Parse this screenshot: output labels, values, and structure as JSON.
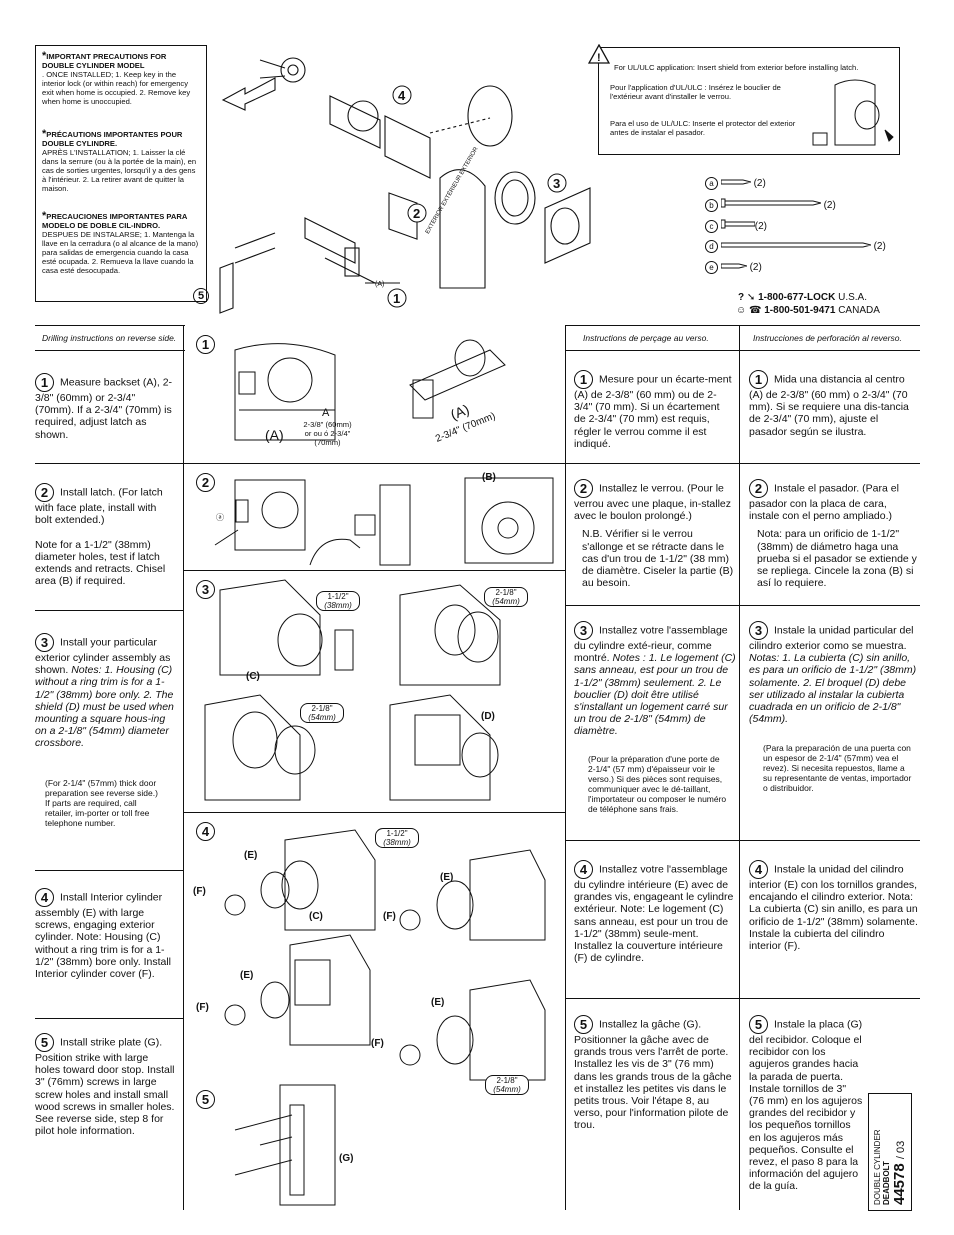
{
  "top": {
    "prec_en_title": "IMPORTANT PRECAUTIONS FOR DOUBLE CYLINDER MODEL",
    "prec_en_body": ". ONCE INSTALLED; 1. Keep key in the interior lock (or within reach) for emergency exit when home is occupied. 2. Remove key when home is unoccupied.",
    "prec_fr_title": "PRÉCAUTIONS IMPORTANTES POUR DOUBLE CYLINDRE.",
    "prec_fr_body": "APRÈS L'INSTALLATION; 1. Laisser la clé dans la serrure (ou à la portée de la main), en cas de sorties urgentes, lorsqu'il y a des gens à l'intérieur. 2. La retirer avant de quitter la maison.",
    "prec_es_title": "PRECAUCIONES IMPORTANTES PARA MODELO DE DOBLE CIL-INDRO.",
    "prec_es_body": "DESPUES DE INSTALARSE; 1. Mantenga la llave en la cerradura (o al alcance de la mano) para salidas de emergencia cuando la casa esté ocupada. 2. Remueva la llave cuando la casa esté desocupada.",
    "asterisk": "*",
    "ul_en": "For UL/ULC application: Insert shield from exterior before installing latch.",
    "ul_fr": "Pour l'application d'UL/ULC : Insérez le bouclier de l'extérieur avant d'installer le verrou.",
    "ul_es": "Para el uso de UL/ULC: Inserte el protector del exterior antes de instalar el pasador.",
    "exterior_words": "EXTERIOR EXTÉRIEUR EXTERIOR",
    "dim_a": "(A)",
    "screws": [
      {
        "letter": "a",
        "qty": "(2)"
      },
      {
        "letter": "b",
        "qty": "(2)"
      },
      {
        "letter": "c",
        "qty": "(2)"
      },
      {
        "letter": "d",
        "qty": "(2)"
      },
      {
        "letter": "e",
        "qty": "(2)"
      }
    ],
    "phone_us": "1-800-677-LOCK",
    "phone_us_country": "U.S.A.",
    "phone_ca": "1-800-501-9471",
    "phone_ca_country": "CANADA",
    "q_mark": "?"
  },
  "headers": {
    "en": "Drilling instructions on reverse side.",
    "fr": "Instructions de perçage au verso.",
    "es": "Instrucciones de perforación al reverso."
  },
  "figs": {
    "s1_a": "A",
    "s1_dims": "2-3/8\" (60mm) or ou ó 2-3/4\" (70mm)",
    "s1_paren_a": "(A)",
    "s1_dim2": "2-3/4\" (70mm)",
    "s2_b": "(B)",
    "s3_d1": "1-1/2\"",
    "s3_d1m": "(38mm)",
    "s3_d2": "2-1/8\"",
    "s3_d2m": "(54mm)",
    "s3_c": "(C)",
    "s3_d": "(D)",
    "s4_e": "(E)",
    "s4_f": "(F)",
    "s4_c": "(C)",
    "s5_g": "(G)"
  },
  "steps": [
    {
      "n": "1",
      "en": "Measure backset (A), 2-3/8\" (60mm) or 2-3/4\" (70mm). If a 2-3/4\" (70mm) is required, adjust latch as shown.",
      "fr": "Mesure pour un écarte-ment (A) de 2-3/8\" (60 mm) ou de 2-3/4\" (70 mm). Si un écartement de 2-3/4\" (70 mm) est requis, régler le verrou comme il est indiqué.",
      "es": "Mida una distancia al centro (A) de 2-3/8\" (60 mm) o 2-3/4\" (70 mm). Si se requiere una dis-tancia de 2-3/4\" (70 mm), ajuste el pasador según se ilustra."
    },
    {
      "n": "2",
      "en": "Install latch. (For latch with face plate, install with bolt extended.)",
      "en2": "Note for a 1-1/2\" (38mm) diameter holes, test if latch extends and retracts. Chisel area (B) if required.",
      "fr": "Installez le verrou. (Pour le verrou avec une plaque, in-stallez avec le boulon prolongé.)",
      "fr2": "N.B. Vérifier si le verrou s'allonge et se rétracte dans le cas d'un trou de 1-1/2\" (38 mm) de diamètre. Ciseler la partie (B) au besoin.",
      "es": "Instale el pasador. (Para el pasador con la placa de cara, instale con el perno ampliado.)",
      "es2": "Nota: para un orificio de 1-1/2\" (38mm) de diámetro haga una prueba si el pasador se extiende y se repliega. Cincele la zona (B) si así lo requiere."
    },
    {
      "n": "3",
      "en": "Install your particular exterior cylinder assembly as shown.",
      "en_notes": "Notes: 1. Housing (C) without a ring trim is for a 1-1/2\" (38mm) bore only. 2. The shield (D) must be used when mounting a square hous-ing on a 2-1/8\" (54mm) diameter crossbore.",
      "en_small": "(For 2-1/4\" (57mm) thick door preparation see reverse side.) If parts are required, call retailer, im-porter or toll free telephone number.",
      "fr": "Installez votre l'assemblage du cylindre exté-rieur, comme montré.",
      "fr_notes": "Notes : 1. Le logement (C) sans anneau, est pour un trou de 1-1/2\" (38mm) seulement. 2. Le bouclier (D) doit être utilisé s'installant un logement carré sur un trou de 2-1/8\" (54mm) de diamètre.",
      "fr_small": "(Pour la préparation d'une porte de 2-1/4\" (57 mm) d'épaisseur voir le verso.) Si des pièces sont requises, communiquer avec le dé-taillant, l'importateur ou composer le numéro de téléphone sans frais.",
      "es": "Instale la unidad particular del cilindro exterior como se muestra.",
      "es_notes": "Notas: 1. La cubierta (C) sin anillo, es para un orificio de 1-1/2\" (38mm) solamente. 2. El broquel (D) debe ser utilizado al instalar la cubierta cuadrada en un orificio de 2-1/8\" (54mm).",
      "es_small": "(Para la preparación de una puerta con un espesor de 2-1/4\" (57mm) vea el revez). Si necesita repuestos, llame a su representante de ventas, importador o distribuidor."
    },
    {
      "n": "4",
      "en": "Install Interior cylinder assembly (E) with large screws, engaging exterior cylinder. Note: Housing (C) without a ring trim is for a 1-1/2\" (38mm) bore only. Install Interior cylinder cover (F).",
      "fr": "Installez votre l'assemblage du cylindre intérieure (E) avec de grandes vis, engageant le cylindre extérieur. Note: Le logement (C) sans anneau, est pour un trou de 1-1/2\" (38mm) seule-ment. Installez la couverture intérieure (F) de cylindre.",
      "es": "Instale la unidad del cilindro interior (E) con los tornillos grandes, encajando el cilindro exterior. Nota: La cubierta (C) sin anillo, es para un orificio de 1-1/2\" (38mm) solamente. Instale la cubierta del cilindro interior (F)."
    },
    {
      "n": "5",
      "en": "Install strike plate (G). Position strike with large holes toward door stop. Install 3\" (76mm) screws in large screw holes and install small wood screws in smaller holes. See reverse side, step 8 for pilot hole information.",
      "fr": "Installez la gâche (G). Positionner la gâche avec de grands trous vers l'arrêt de porte. Installez les vis de 3\" (76 mm) dans les grands trous de la gâche et installez les petites vis dans le petits trous. Voir l'étape 8, au verso, pour l'information pilote de trou.",
      "es": "Instale la placa (G) del recibidor. Coloque el recibidor con los agujeros grandes hacia la parada de puerta. Instale tornillos de 3\" (76 mm) en los agujeros grandes del recibidor y los pequeños tornillos en los agujeros más pequeños. Consulte el revez, el paso 8 para la información del agujero de la guía."
    }
  ],
  "footer": {
    "line1": "DOUBLE CYLINDER",
    "line2": "DEADBOLT",
    "num": "44578",
    "suffix": "/ 03"
  }
}
